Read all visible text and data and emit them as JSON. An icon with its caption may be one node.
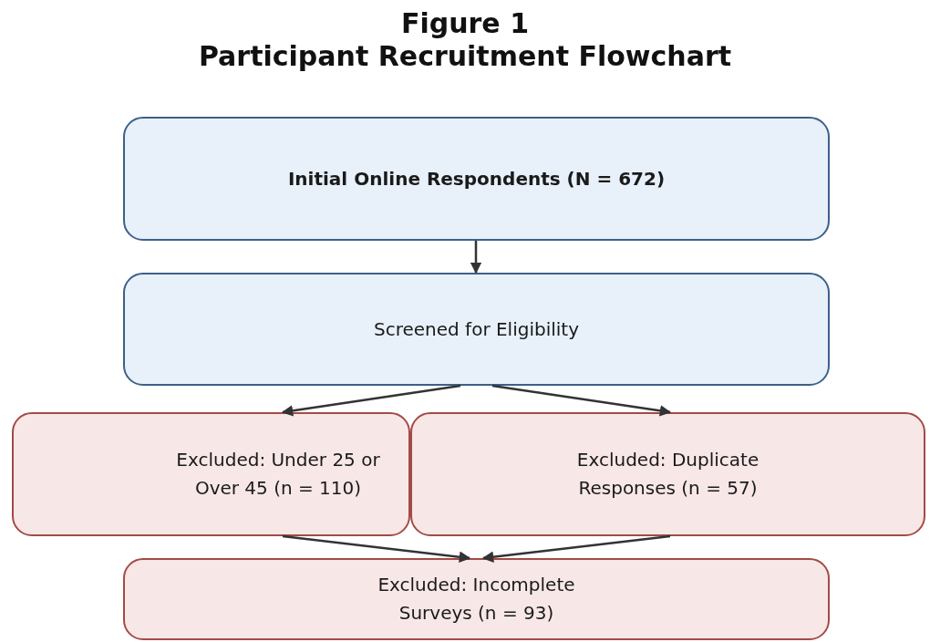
{
  "diagram": {
    "title": "Figure 1 Participant Recruitment Flowchart",
    "nodes": [
      {
        "text": [
          "Initial Online Respondents (N = 672)"
        ]
      },
      {
        "text": [
          "Screened for Eligibility"
        ]
      },
      {
        "text": [
          "Excluded: Under 25 or Over 45 (n = 110)"
        ]
      },
      {
        "text": [
          "Excluded: Duplicate Responses (n = 57)"
        ]
      },
      {
        "text": [
          "Excluded: Incomplete Surveys (n = 93)"
        ]
      }
    ],
    "edges": [
      {
        "from": 0,
        "to": 1,
        "arrow": "to"
      },
      {
        "from": 1,
        "to": 2,
        "arrow": "to"
      },
      {
        "from": 1,
        "to": 3,
        "arrow": "to"
      },
      {
        "from": 2,
        "to": 4,
        "arrow": "to"
      },
      {
        "from": 3,
        "to": 4,
        "arrow": "to"
      }
    ]
  }
}
